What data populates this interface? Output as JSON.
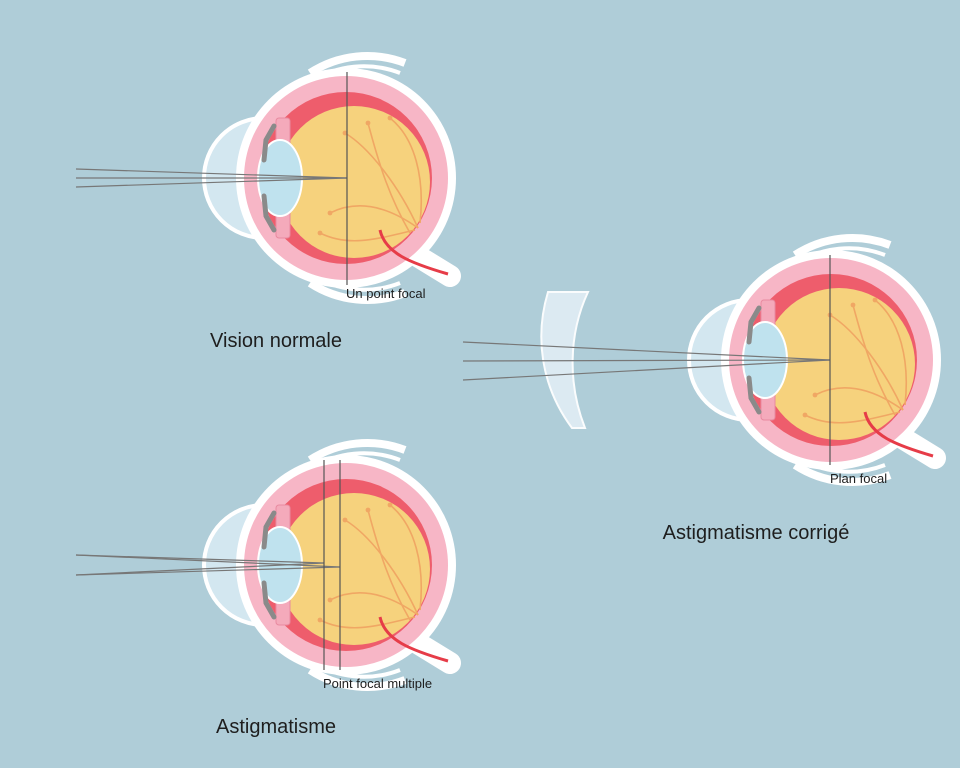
{
  "colors": {
    "background": "#afcdd8",
    "sclera": "#ffffff",
    "choroid": "#f7b6c6",
    "retina": "#ee5d6c",
    "vitreous": "#f6d27d",
    "vessels": "#f0a764",
    "cornea": "#cfe5ef",
    "lens": "#bfe2ee",
    "iris": "#8a8a8a",
    "optic_nerve": "#e63c48",
    "rays": "#777777"
  },
  "diagrams": {
    "normal": {
      "caption": "Vision normale",
      "focal_label": "Un point focal"
    },
    "astigmatism": {
      "caption": "Astigmatisme",
      "focal_label": "Point focal multiple"
    },
    "corrected": {
      "caption": "Astigmatisme corrigé",
      "focal_label": "Plan focal"
    }
  }
}
